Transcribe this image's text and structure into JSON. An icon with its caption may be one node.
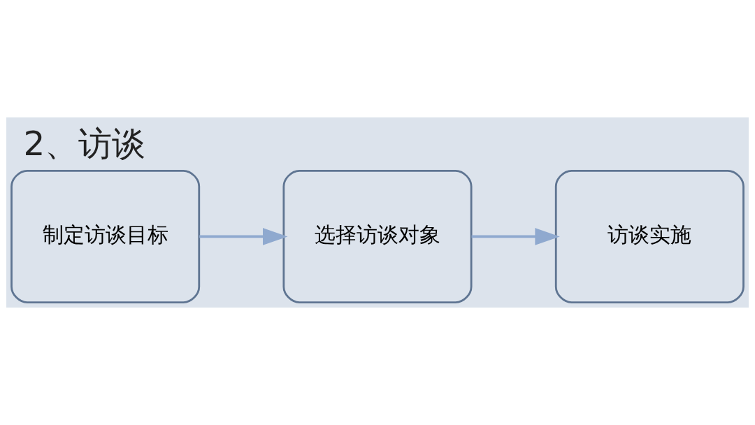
{
  "diagram": {
    "title": "2、访谈",
    "nodes": [
      {
        "text": [
          "制定访谈目标"
        ]
      },
      {
        "text": [
          "选择访谈对象"
        ]
      },
      {
        "text": [
          "访谈实施"
        ]
      }
    ],
    "edges": [
      {
        "from": 0,
        "to": 1,
        "arrow": "to"
      },
      {
        "from": 1,
        "to": 2,
        "arrow": "to"
      }
    ]
  }
}
